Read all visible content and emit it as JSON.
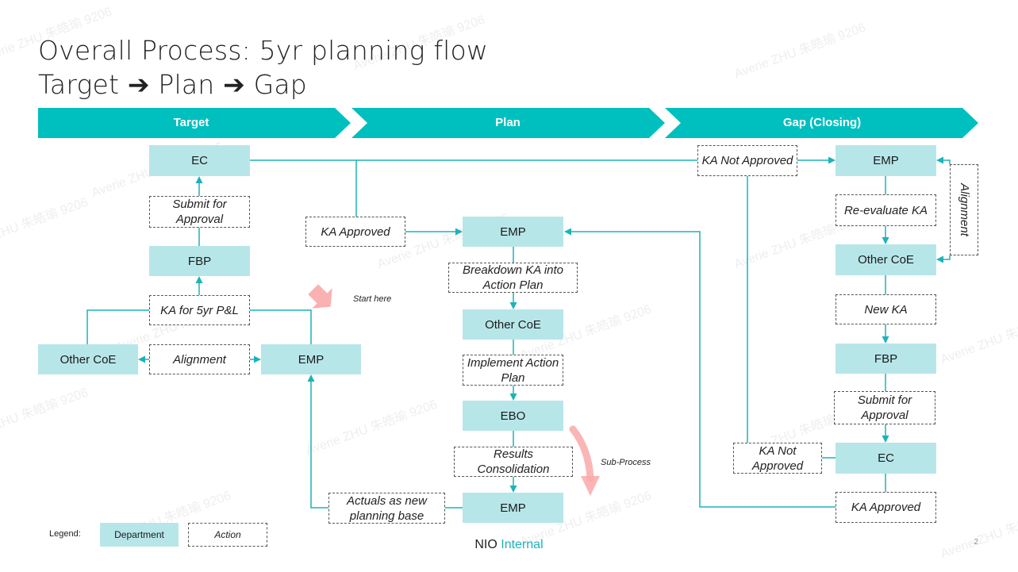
{
  "title": {
    "line1": "Overall Process: 5yr planning flow",
    "line2": "Target ➔ Plan ➔ Gap"
  },
  "phases": {
    "target": "Target",
    "plan": "Plan",
    "gap": "Gap (Closing)"
  },
  "target": {
    "ec": "EC",
    "submit": "Submit for Approval",
    "fbp": "FBP",
    "ka5yr": "KA for 5yr P&L",
    "other_coe": "Other CoE",
    "alignment": "Alignment",
    "emp": "EMP",
    "start_here": "Start here"
  },
  "plan": {
    "ka_approved": "KA Approved",
    "emp_top": "EMP",
    "breakdown": "Breakdown KA into Action Plan",
    "other_coe": "Other CoE",
    "implement": "Implement Action Plan",
    "ebo": "EBO",
    "results": "Results Consolidation",
    "emp_bottom": "EMP",
    "actuals": "Actuals as new planning base",
    "sub_process": "Sub-Process"
  },
  "gap": {
    "ka_not_approved_top": "KA Not Approved",
    "emp": "EMP",
    "alignment": "Alignment",
    "reevaluate": "Re-evaluate KA",
    "other_coe": "Other CoE",
    "new_ka": "New KA",
    "fbp": "FBP",
    "submit": "Submit for Approval",
    "ec": "EC",
    "ka_not_approved_bottom": "KA Not Approved",
    "ka_approved": "KA Approved"
  },
  "legend": {
    "label": "Legend:",
    "department": "Department",
    "action": "Action"
  },
  "footer": {
    "brand": "NIO",
    "accent": "Internal",
    "page_number": "2"
  },
  "watermark": "Averie ZHU 朱皓瑜 9206",
  "colors": {
    "teal": "#00bfbf",
    "department_fill": "#b7e6e9",
    "line": "#1bb3b9",
    "arrow_pink": "#f9a9a9"
  }
}
